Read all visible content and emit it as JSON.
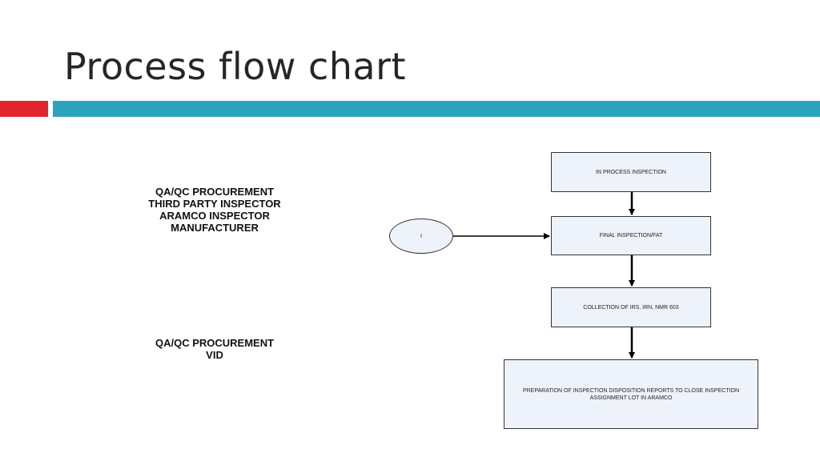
{
  "slide": {
    "title": "Process flow chart"
  },
  "roles_group_1": [
    "QA/QC PROCUREMENT",
    "THIRD PARTY INSPECTOR",
    "ARAMCO INSPECTOR",
    "MANUFACTURER"
  ],
  "roles_group_2": [
    "QA/QC PROCUREMENT",
    "VID"
  ],
  "connector": {
    "label": "I"
  },
  "steps": [
    "IN PROCESS INSPECTION",
    "FINAL INSPECTION/FAT",
    "COLLECTION OF IRS, IRN, NMR 603",
    "PREPARATION OF INSPECTION DISPOSITION REPORTS TO CLOSE INSPECTION ASSIGNMENT LOT IN ARAMCO"
  ],
  "colors": {
    "accent_red": "#e0262c",
    "accent_teal": "#2ba3be",
    "box_fill": "#eef2fa"
  }
}
